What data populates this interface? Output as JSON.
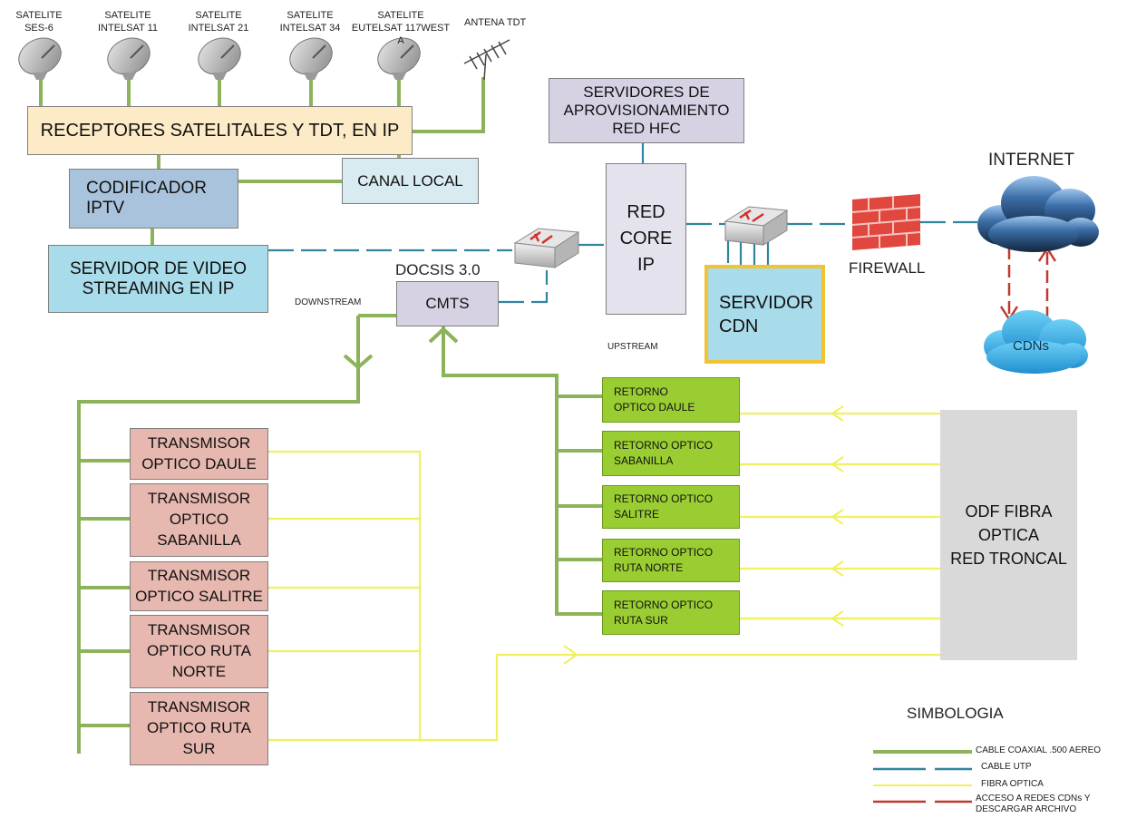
{
  "satellites": [
    {
      "label": "SATELITE\nSES-6"
    },
    {
      "label": "SATELITE\nINTELSAT 11"
    },
    {
      "label": "SATELITE\nINTELSAT 21"
    },
    {
      "label": "SATELITE\nINTELSAT 34"
    },
    {
      "label": "SATELITE\nEUTELSAT 117WEST A"
    }
  ],
  "antenna_label": "ANTENA TDT",
  "nodes": {
    "receptores": "RECEPTORES SATELITALES Y TDT, EN IP",
    "codificador": "CODIFICADOR\nIPTV",
    "canal_local": "CANAL LOCAL",
    "servidor_video": "SERVIDOR DE VIDEO\nSTREAMING EN IP",
    "servidores_aprov": "SERVIDORES DE\nAPROVISIONAMIENTO\nRED HFC",
    "red_core": "RED\nCORE\nIP",
    "servidor_cdn": "SERVIDOR\nCDN",
    "cmts": "CMTS",
    "odf": "ODF FIBRA\nOPTICA\nRED TRONCAL"
  },
  "labels": {
    "docsis": "DOCSIS 3.0",
    "downstream": "DOWNSTREAM",
    "upstream": "UPSTREAM",
    "internet": "INTERNET",
    "firewall": "FIREWALL",
    "cdns": "CDNs"
  },
  "transmisores": [
    "TRANSMISOR\nOPTICO DAULE",
    "TRANSMISOR\nOPTICO\nSABANILLA",
    "TRANSMISOR\nOPTICO SALITRE",
    "TRANSMISOR\nOPTICO RUTA\nNORTE",
    "TRANSMISOR\nOPTICO RUTA\nSUR"
  ],
  "retornos": [
    "RETORNO\nOPTICO DAULE",
    "RETORNO OPTICO\nSABANILLA",
    "RETORNO OPTICO\nSALITRE",
    "RETORNO OPTICO\nRUTA NORTE",
    "RETORNO OPTICO\nRUTA SUR"
  ],
  "legend": {
    "title": "SIMBOLOGIA",
    "items": [
      {
        "label": "CABLE COAXIAL .500 AEREO",
        "color": "#8db35a",
        "style": "solid"
      },
      {
        "label": "CABLE UTP",
        "color": "#31859c",
        "style": "dashed"
      },
      {
        "label": "FIBRA OPTICA",
        "color": "#f0f060",
        "style": "solid"
      },
      {
        "label": "ACCESO A REDES CDNs Y\nDESCARGAR ARCHIVO",
        "color": "#c0392b",
        "style": "dashed"
      }
    ]
  },
  "colors": {
    "coaxial": "#8db35a",
    "utp": "#31859c",
    "fiber": "#f0f060",
    "cdn_access": "#c0392b"
  }
}
